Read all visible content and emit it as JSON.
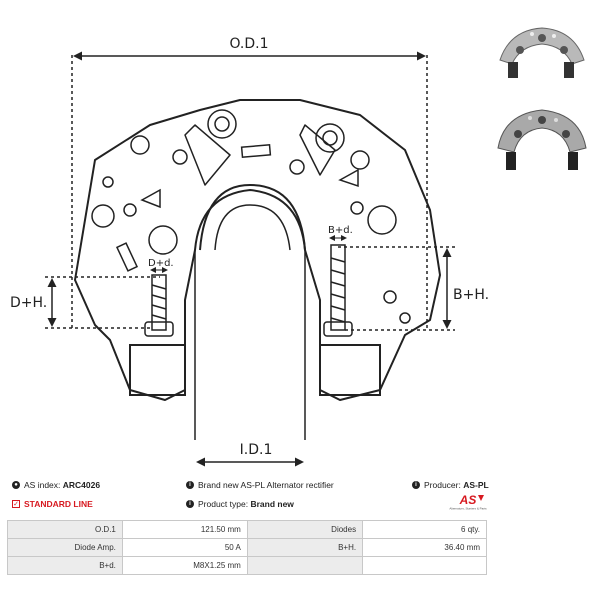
{
  "dimensions": {
    "od": "O.D.1",
    "id": "I.D.1",
    "dh": "D+H.",
    "bh": "B+H.",
    "bd": "B+d.",
    "dd": "D+d."
  },
  "info": {
    "as_index_label": "AS index:",
    "as_index_value": "ARC4026",
    "standard_line": "STANDARD LINE",
    "description": "Brand new AS-PL Alternator rectifier",
    "product_type_label": "Product type:",
    "product_type_value": "Brand new",
    "producer_label": "Producer:",
    "producer_value": "AS-PL",
    "logo_text": "AS",
    "logo_subtext": "Alternators, Starters & Parts"
  },
  "specs": [
    [
      "O.D.1",
      "121.50 mm",
      "Diodes",
      "6 qty."
    ],
    [
      "Diode Amp.",
      "50 A",
      "B+H.",
      "36.40 mm"
    ],
    [
      "B+d.",
      "M8X1.25 mm",
      "",
      ""
    ]
  ]
}
